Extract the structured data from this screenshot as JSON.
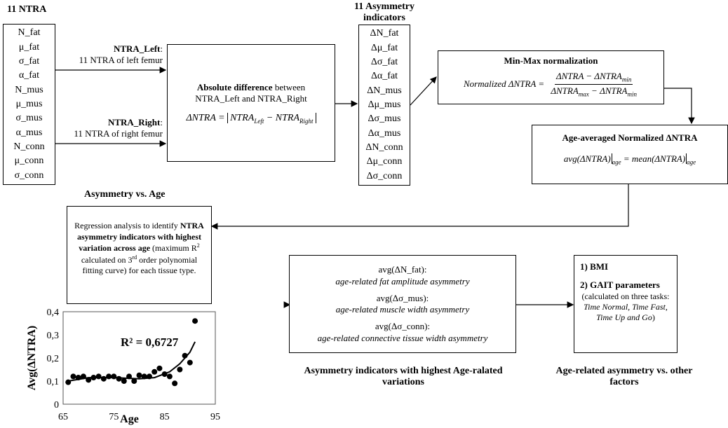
{
  "ntra": {
    "title": "11 NTRA",
    "items": [
      "N_fat",
      "μ_fat",
      "σ_fat",
      "α_fat",
      "N_mus",
      "μ_mus",
      "σ_mus",
      "α_mus",
      "N_conn",
      "μ_conn",
      "σ_conn"
    ]
  },
  "left_label": {
    "title": "NTRA_Left",
    "colon": ":",
    "desc": "11 NTRA of left femur"
  },
  "right_label": {
    "title": "NTRA_Right",
    "colon": ":",
    "desc": "11 NTRA of right femur"
  },
  "absdiff": {
    "bold": "Absolute difference",
    "rest": " between",
    "line2": "NTRA_Left and NTRA_Right",
    "formula_lhs": "ΔNTRA = ",
    "formula_body": "NTRA",
    "sub_left": "Left",
    "minus": " − NTRA",
    "sub_right": "Right"
  },
  "asym": {
    "title_line1": "11 Asymmetry indicators",
    "title_line2": "(ΔNTRA)",
    "items": [
      "ΔN_fat",
      "Δμ_fat",
      "Δσ_fat",
      "Δα_fat",
      "ΔN_mus",
      "Δμ_mus",
      "Δσ_mus",
      "Δα_mus",
      "ΔN_conn",
      "Δμ_conn",
      "Δσ_conn"
    ]
  },
  "minmax": {
    "title": "Min-Max normalization",
    "lhs": "Normalized ΔNTRA = ",
    "num": "ΔNTRA − ΔNTRA",
    "num_sub": "min",
    "den_a": "ΔNTRA",
    "den_a_sub": "max",
    "den_b": " − ΔNTRA",
    "den_b_sub": "min"
  },
  "ageavg": {
    "title": "Age-averaged Normalized ΔNTRA",
    "lhs": "avg(ΔNTRA)",
    "sub": "age",
    "eq": " = mean(ΔNTRA)",
    "sub2": "age"
  },
  "regression": {
    "heading": "Asymmetry vs. Age",
    "line1": "Regression analysis to identify",
    "bold": "NTRA asymmetry indicators with highest variation across age",
    "paren_a": "(maximum R",
    "sup": "2",
    "paren_b": " calculated on 3",
    "sup2": "rd",
    "paren_c": " order polynomial fitting curve) for each tissue type."
  },
  "indicators": {
    "i1": "avg(ΔN_fat):",
    "i1d": "age-related fat amplitude asymmetry",
    "i2": "avg(Δσ_mus):",
    "i2d": "age-related muscle width asymmetry",
    "i3": "avg(Δσ_conn):",
    "i3d": "age-related connective tissue width asymmetry",
    "caption": "Asymmetry indicators with highest Age-ralated variations"
  },
  "factors": {
    "f1": "1) BMI",
    "f2": "2) GAIT parameters",
    "f2a": "(calculated on three tasks: ",
    "f2b": "Time Normal, Time Fast, Time Up and Go",
    "f2c": ")",
    "caption": "Age-related asymmetry vs. other factors"
  },
  "chart_data": {
    "type": "scatter",
    "title": "",
    "xlabel": "Age",
    "ylabel": "Avg(ΔNTRA)",
    "xlim": [
      65,
      95
    ],
    "ylim": [
      0,
      0.4
    ],
    "xticks": [
      "65",
      "75",
      "85",
      "95"
    ],
    "yticks": [
      "0",
      "0,1",
      "0,2",
      "0,3",
      "0,4"
    ],
    "annotation": "R² = 0,6727",
    "grid": false,
    "points": [
      {
        "x": 66,
        "y": 0.095
      },
      {
        "x": 67,
        "y": 0.12
      },
      {
        "x": 68,
        "y": 0.115
      },
      {
        "x": 69,
        "y": 0.12
      },
      {
        "x": 70,
        "y": 0.105
      },
      {
        "x": 71,
        "y": 0.115
      },
      {
        "x": 72,
        "y": 0.12
      },
      {
        "x": 73,
        "y": 0.11
      },
      {
        "x": 74,
        "y": 0.12
      },
      {
        "x": 75,
        "y": 0.12
      },
      {
        "x": 76,
        "y": 0.11
      },
      {
        "x": 77,
        "y": 0.1
      },
      {
        "x": 78,
        "y": 0.12
      },
      {
        "x": 79,
        "y": 0.1
      },
      {
        "x": 80,
        "y": 0.125
      },
      {
        "x": 81,
        "y": 0.12
      },
      {
        "x": 82,
        "y": 0.12
      },
      {
        "x": 83,
        "y": 0.14
      },
      {
        "x": 84,
        "y": 0.155
      },
      {
        "x": 85,
        "y": 0.13
      },
      {
        "x": 86,
        "y": 0.12
      },
      {
        "x": 87,
        "y": 0.09
      },
      {
        "x": 88,
        "y": 0.15
      },
      {
        "x": 89,
        "y": 0.21
      },
      {
        "x": 90,
        "y": 0.18
      },
      {
        "x": 91,
        "y": 0.36
      }
    ],
    "fit": [
      {
        "x": 66,
        "y": 0.1
      },
      {
        "x": 70,
        "y": 0.115
      },
      {
        "x": 75,
        "y": 0.115
      },
      {
        "x": 80,
        "y": 0.11
      },
      {
        "x": 83,
        "y": 0.115
      },
      {
        "x": 86,
        "y": 0.14
      },
      {
        "x": 88,
        "y": 0.175
      },
      {
        "x": 90,
        "y": 0.225
      },
      {
        "x": 91,
        "y": 0.27
      }
    ]
  }
}
